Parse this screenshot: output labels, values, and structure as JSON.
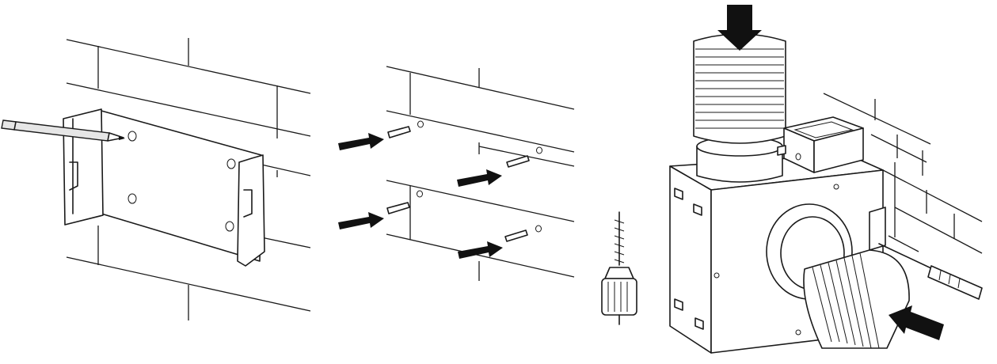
{
  "figure": {
    "panels": [
      {
        "id": "step-1",
        "subject": "mark-holes-with-pencil-through-bracket"
      },
      {
        "id": "step-2",
        "subject": "drill-and-insert-wall-plugs"
      },
      {
        "id": "step-3",
        "subject": "mount-fan-box-and-connect-ducts"
      }
    ],
    "icons": [
      "pencil-icon",
      "wall-plug-icon",
      "drill-bit-icon",
      "screwdriver-icon",
      "arrow-icon"
    ]
  }
}
